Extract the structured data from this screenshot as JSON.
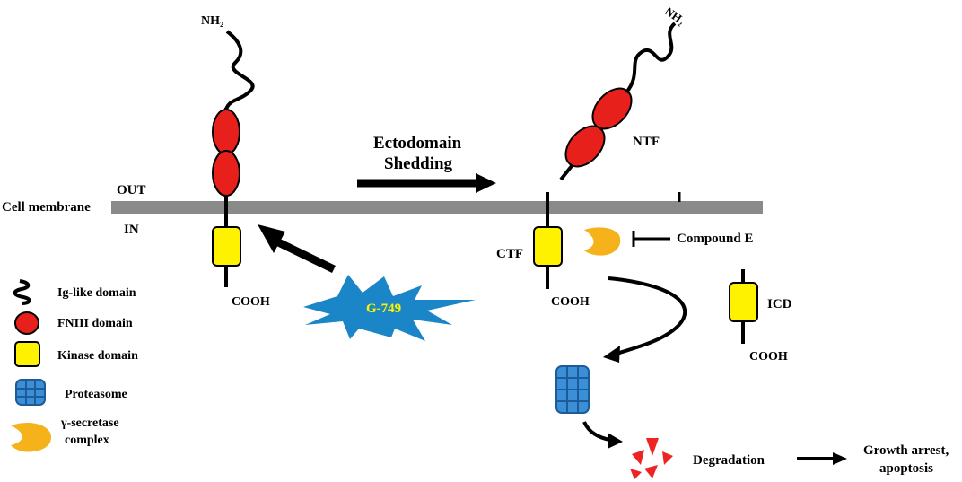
{
  "labels": {
    "out": "OUT",
    "in": "IN",
    "cell_membrane": "Cell membrane",
    "nh2_left": "NH₂",
    "nh2_right": "NH₂",
    "cooh_left": "COOH",
    "cooh_ctf": "COOH",
    "cooh_icd": "COOH",
    "ecto_line1": "Ectodomain",
    "ecto_line2": "Shedding",
    "ntf": "NTF",
    "ctf": "CTF",
    "icd": "ICD",
    "compound_e": "Compound E",
    "g749": "G-749",
    "degradation": "Degradation",
    "growth_line1": "Growth arrest,",
    "growth_line2": "apoptosis"
  },
  "legend": {
    "ig_like": "Ig-like domain",
    "fniii": "FNIII domain",
    "kinase": "Kinase domain",
    "proteasome": "Proteasome",
    "gamma_line1": "γ-secretase",
    "gamma_line2": "complex"
  },
  "colors": {
    "membrane": "#8a8a8a",
    "fniii": "#e8201c",
    "kinase": "#fff200",
    "proteasome": "#3a8fd6",
    "gamma_secretase": "#f6b21b",
    "g749_star": "#1a86c8",
    "g749_text": "#fff200",
    "degradation": "#ee2424"
  }
}
